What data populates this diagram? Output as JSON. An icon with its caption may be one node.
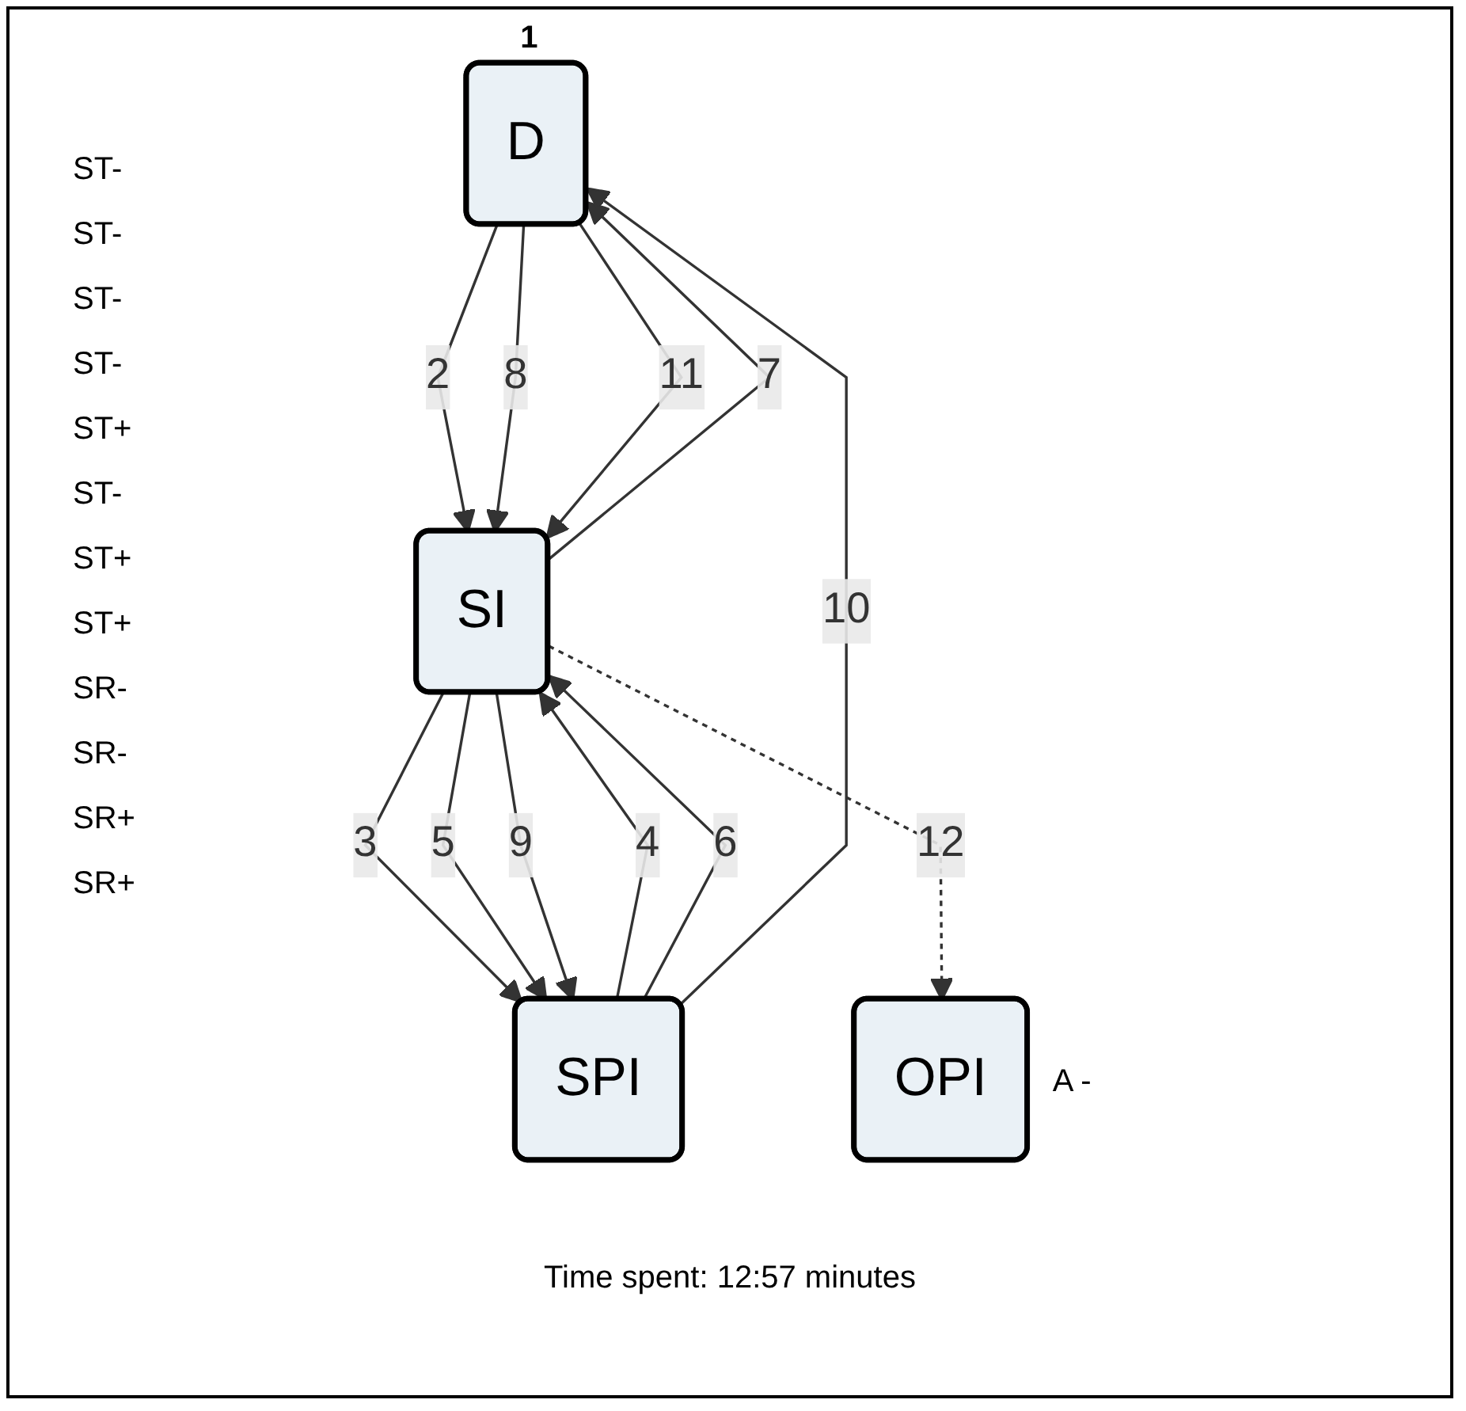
{
  "diagram": {
    "caption": "Time spent: 12:57 minutes",
    "nodes": [
      {
        "text": [
          "D"
        ],
        "beside": [
          "1"
        ]
      },
      {
        "text": [
          "SI"
        ]
      },
      {
        "text": [
          "OPI"
        ],
        "beside": [
          "A -"
        ]
      },
      {
        "text": [
          "SPI"
        ]
      }
    ],
    "edges": [
      {
        "from": 0,
        "to": 1,
        "arrow": "to",
        "label": "2"
      },
      {
        "from": 1,
        "to": 3,
        "arrow": "to",
        "label": "3"
      },
      {
        "from": 3,
        "to": 1,
        "arrow": "to",
        "label": "4"
      },
      {
        "from": 1,
        "to": 3,
        "arrow": "to",
        "label": "5"
      },
      {
        "from": 3,
        "to": 1,
        "arrow": "to",
        "label": "6"
      },
      {
        "from": 1,
        "to": 0,
        "arrow": "to",
        "label": "7"
      },
      {
        "from": 0,
        "to": 1,
        "arrow": "to",
        "label": "8"
      },
      {
        "from": 1,
        "to": 3,
        "arrow": "to",
        "label": "9"
      },
      {
        "from": 3,
        "to": 0,
        "arrow": "to",
        "label": "10"
      },
      {
        "from": 0,
        "to": 1,
        "arrow": "to",
        "label": "11"
      },
      {
        "from": 1,
        "to": 2,
        "arrow": "to",
        "label": "12",
        "style": "dashed"
      }
    ],
    "labels": [
      "ST-",
      "ST-",
      "ST-",
      "ST-",
      "ST+",
      "ST-",
      "ST+",
      "ST+",
      "SR-",
      "SR-",
      "SR+",
      "SR+"
    ]
  }
}
